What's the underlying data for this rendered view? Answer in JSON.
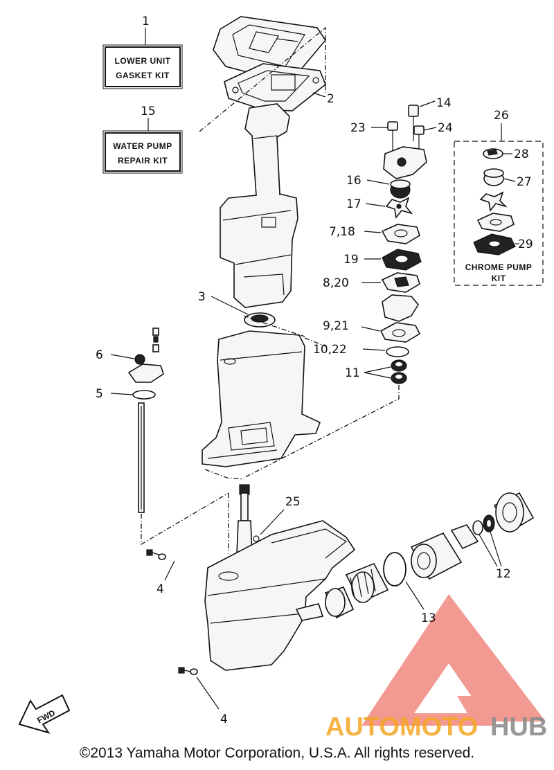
{
  "labels": {
    "p1": "1",
    "p2": "2",
    "p3": "3",
    "p4a": "4",
    "p4b": "4",
    "p5": "5",
    "p6": "6",
    "p7_18": "7,18",
    "p8_20": "8,20",
    "p9_21": "9,21",
    "p10_22": "10,22",
    "p11": "11",
    "p12": "12",
    "p13": "13",
    "p14": "14",
    "p15": "15",
    "p16": "16",
    "p17": "17",
    "p19": "19",
    "p23": "23",
    "p24": "24",
    "p25": "25",
    "p26": "26",
    "p27": "27",
    "p28": "28",
    "p29": "29"
  },
  "boxes": {
    "gasket_kit": [
      "LOWER UNIT",
      "GASKET KIT"
    ],
    "water_pump_kit": [
      "WATER PUMP",
      "REPAIR KIT"
    ],
    "chrome_pump_kit": [
      "CHROME PUMP",
      "KIT"
    ]
  },
  "fwd_label": "FWD",
  "watermark": {
    "part1": "AUTOMOTO",
    "part2": "HUB"
  },
  "footer": "©2013 Yamaha Motor Corporation, U.S.A. All rights reserved.",
  "colors": {
    "watermark_red": "#e8483a",
    "watermark_orange": "#f4a624",
    "watermark_gray": "#8d8d8d"
  }
}
